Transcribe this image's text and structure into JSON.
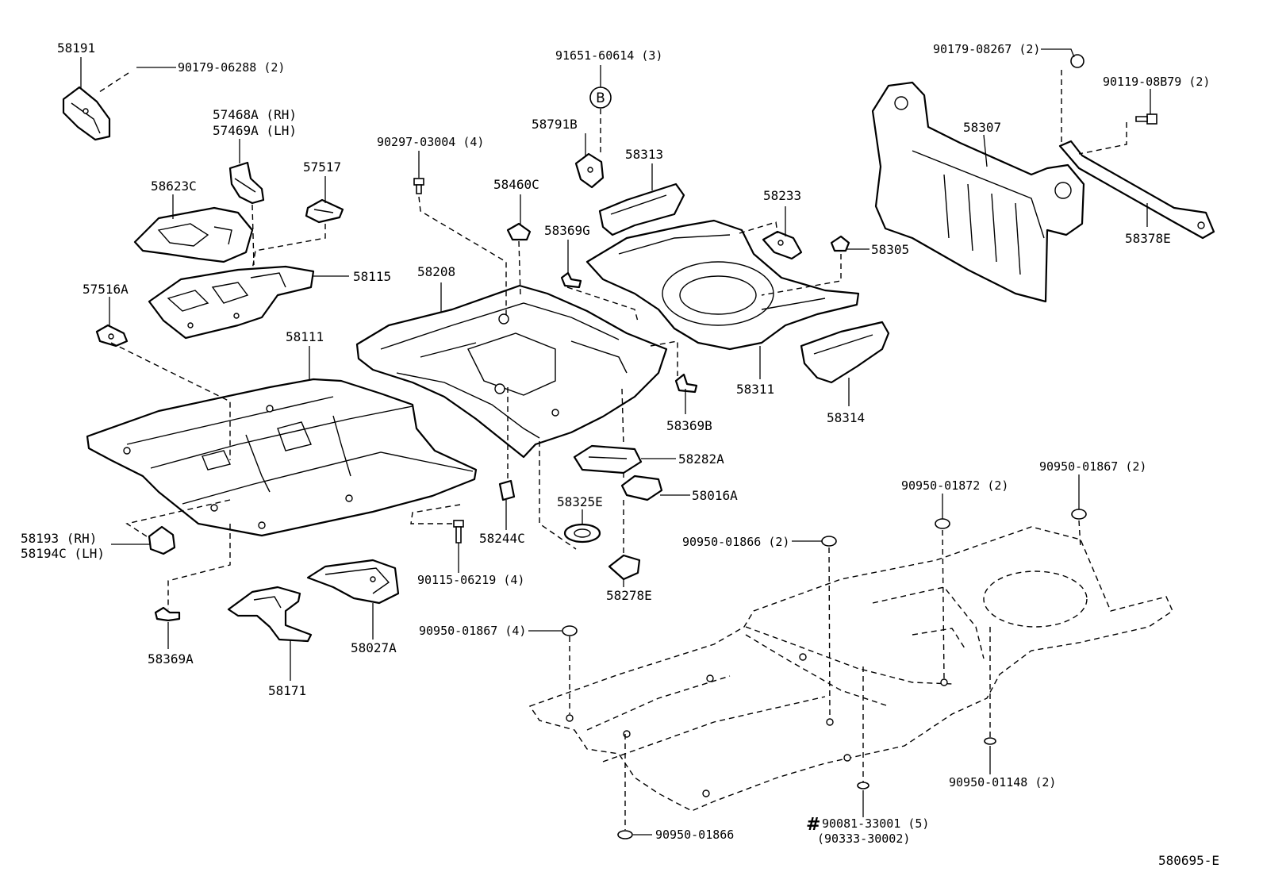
{
  "labels": {
    "p58191": "58191",
    "p90179_06288": "90179-06288 (2)",
    "p57468A": "57468A (RH)",
    "p57469A": "57469A (LH)",
    "p58623C": "58623C",
    "p57517": "57517",
    "p58115": "58115",
    "p57516A": "57516A",
    "p58111": "58111",
    "p58193": "58193 (RH)",
    "p58194C": "58194C (LH)",
    "p58369A": "58369A",
    "p58171": "58171",
    "p58027A": "58027A",
    "p90115_06219": "90115-06219 (4)",
    "p58244C": "58244C",
    "p90297_03004": "90297-03004 (4)",
    "p58208": "58208",
    "p58460C": "58460C",
    "p91651_60614": "91651-60614 (3)",
    "b_mark": "B",
    "p58791B": "58791B",
    "p58313": "58313",
    "p58369G": "58369G",
    "p58233": "58233",
    "p58305": "58305",
    "p58311": "58311",
    "p58314": "58314",
    "p58369B": "58369B",
    "p58282A": "58282A",
    "p58016A": "58016A",
    "p58325E": "58325E",
    "p58278E": "58278E",
    "p90179_08267": "90179-08267 (2)",
    "p90119_08B79": "90119-08B79 (2)",
    "p58307": "58307",
    "p58378E": "58378E",
    "p90950_01867_2": "90950-01867 (2)",
    "p90950_01872": "90950-01872 (2)",
    "p90950_01866_2": "90950-01866 (2)",
    "p90950_01867_4": "90950-01867 (4)",
    "p90950_01148": "90950-01148 (2)",
    "hash_mark": "#",
    "p90081_33001": "90081-33001 (5)",
    "p90333_30002": "(90333-30002)",
    "p90950_01866": "90950-01866",
    "diagram_code": "580695-E"
  }
}
